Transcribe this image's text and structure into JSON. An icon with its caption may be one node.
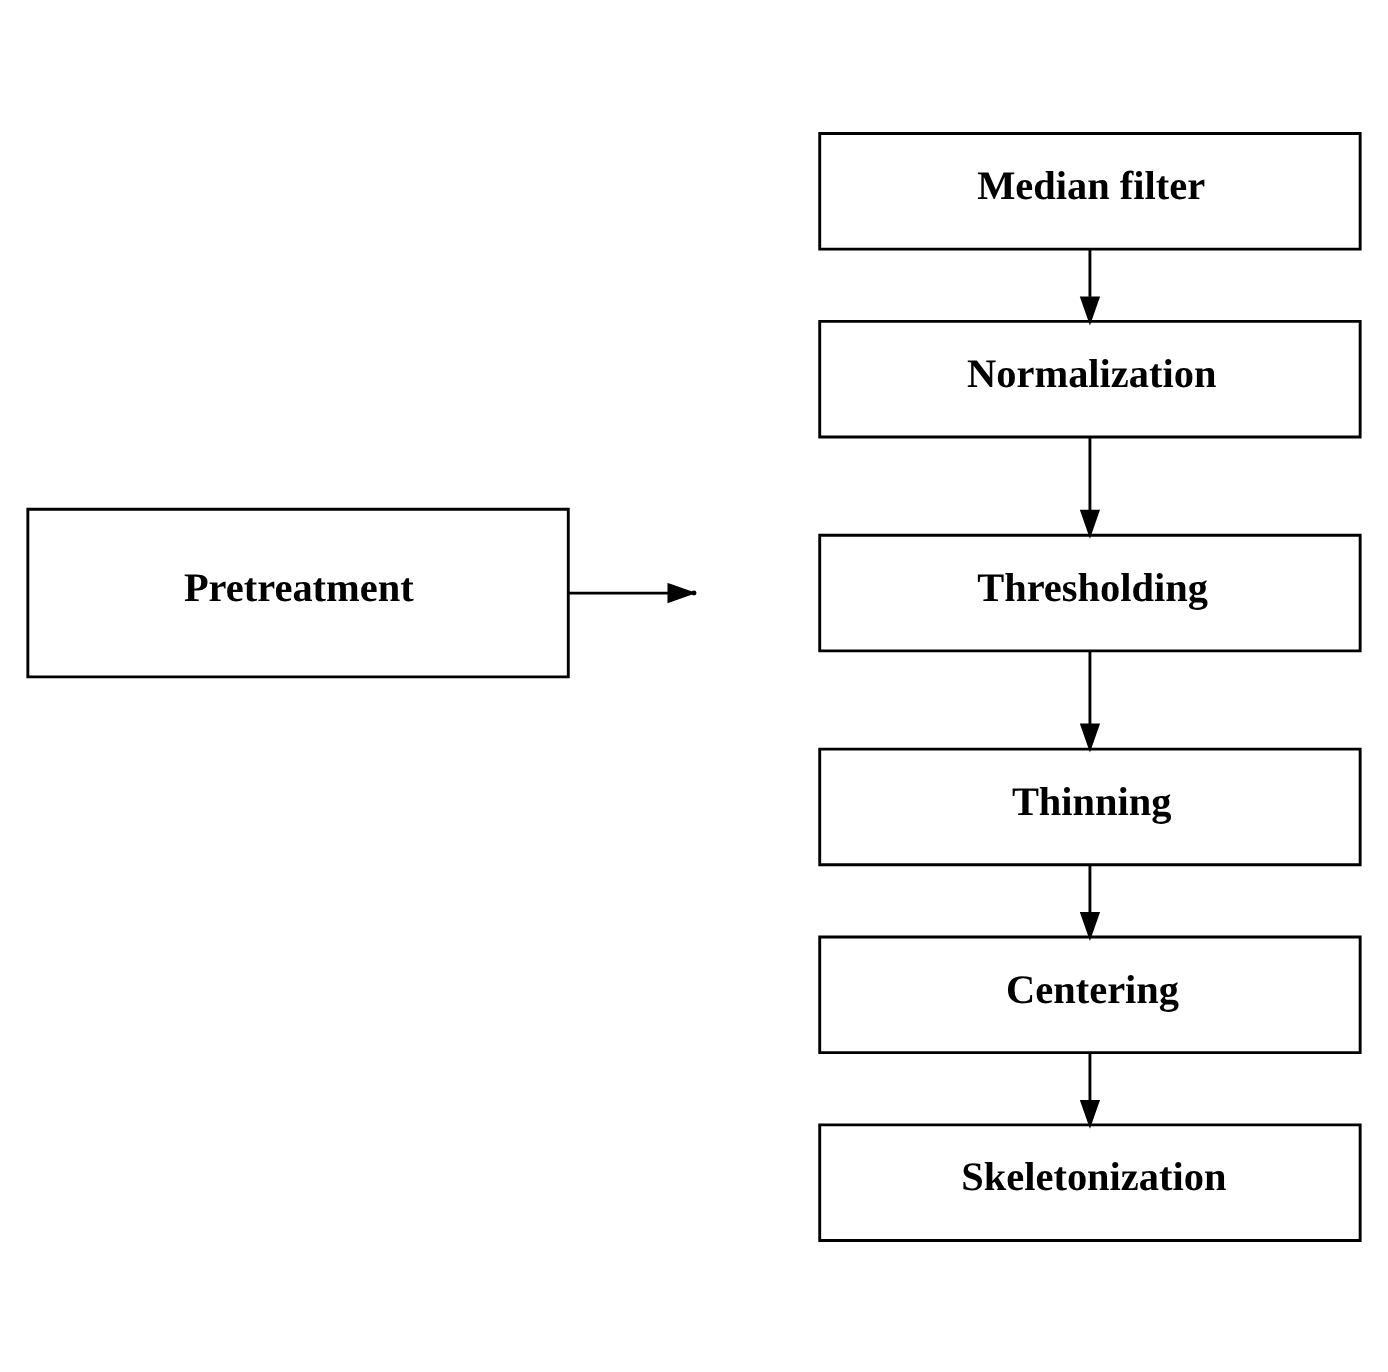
{
  "diagram": {
    "nodes": [
      {
        "text": [
          "Pretreatment"
        ]
      },
      {
        "text": [
          "Median filter"
        ]
      },
      {
        "text": [
          "Normalization"
        ]
      },
      {
        "text": [
          "Thresholding"
        ]
      },
      {
        "text": [
          "Thinning"
        ]
      },
      {
        "text": [
          "Centering"
        ]
      },
      {
        "text": [
          "Skeletonization"
        ]
      }
    ],
    "edges": [
      {
        "from": 0,
        "to": null,
        "arrow": "to"
      },
      {
        "from": 1,
        "to": 2,
        "arrow": "to"
      },
      {
        "from": 2,
        "to": 3,
        "arrow": "to"
      },
      {
        "from": 3,
        "to": 4,
        "arrow": "to"
      },
      {
        "from": 4,
        "to": 5,
        "arrow": "to"
      },
      {
        "from": 5,
        "to": 6,
        "arrow": "to"
      }
    ]
  }
}
